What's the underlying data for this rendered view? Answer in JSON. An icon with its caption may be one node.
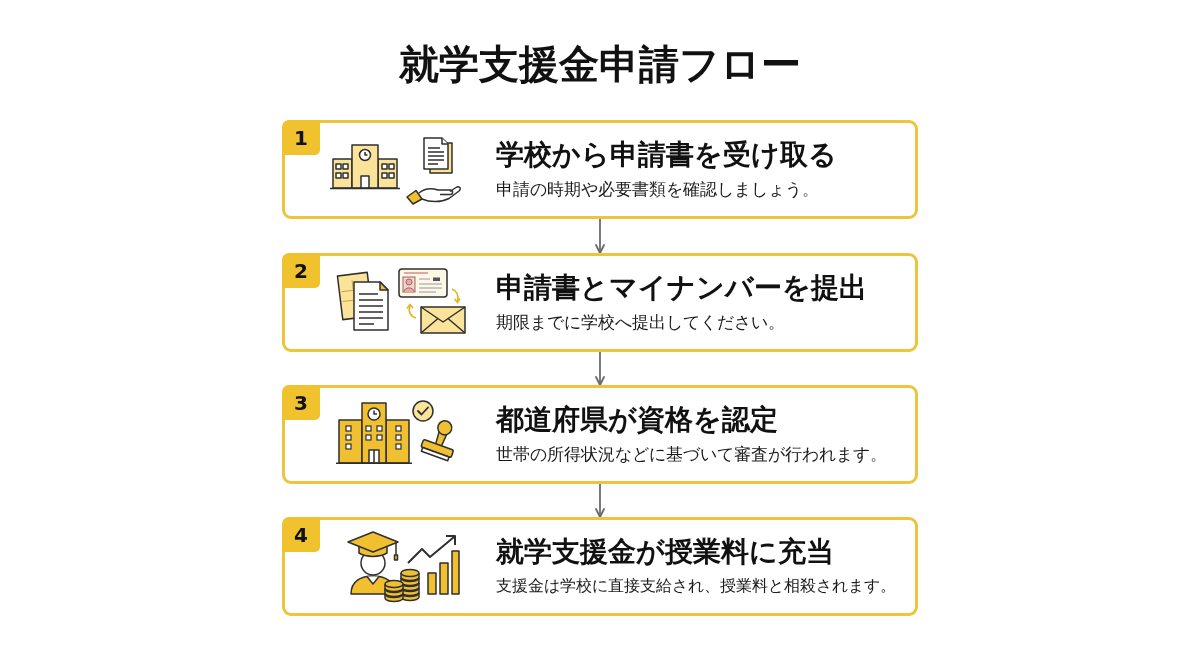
{
  "diagram": {
    "title": "就学支援金申請フロー",
    "nodes": [
      {
        "text": [
          "学校から申請書を受け取る",
          "申請の時期や必要書類を確認しましょう。"
        ]
      },
      {
        "text": [
          "1"
        ],
        "in": 0
      },
      {
        "text": [
          "申請書とマイナンバーを提出",
          "期限までに学校へ提出してください。"
        ]
      },
      {
        "text": [
          "2"
        ],
        "in": 2
      },
      {
        "text": [
          "都道府県が資格を認定",
          "世帯の所得状況などに基づいて審査が行われます。"
        ]
      },
      {
        "text": [
          "3"
        ],
        "in": 4
      },
      {
        "text": [
          "就学支援金が授業料に充当",
          "支援金は学校に直接支給され、授業料と相殺されます。"
        ]
      },
      {
        "text": [
          "4"
        ],
        "in": 6
      }
    ],
    "edges": [
      {
        "from": 0,
        "to": 2,
        "arrow": "to"
      },
      {
        "from": 2,
        "to": 4,
        "arrow": "to"
      },
      {
        "from": 4,
        "to": 6,
        "arrow": "to"
      }
    ]
  }
}
